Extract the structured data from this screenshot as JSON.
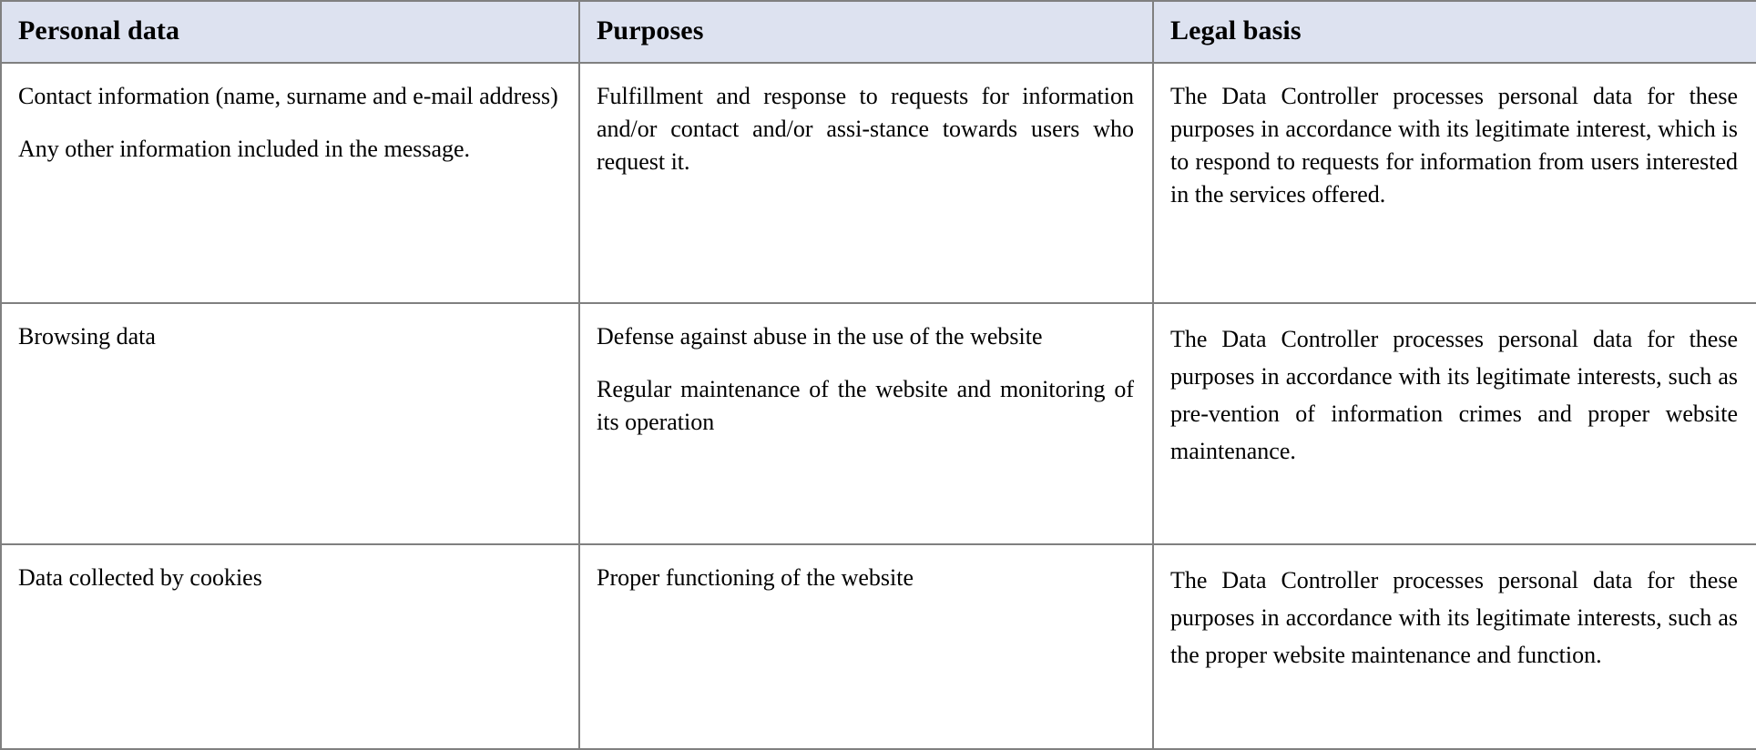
{
  "table": {
    "columns": [
      {
        "key": "personal_data",
        "label": "Personal data"
      },
      {
        "key": "purposes",
        "label": "Purposes"
      },
      {
        "key": "legal_basis",
        "label": "Legal basis"
      }
    ],
    "header_background": "#dde2f0",
    "border_color": "#808080",
    "rows": [
      {
        "personal_data": {
          "p1": "Contact information (name, surname and e-mail address)",
          "p2": "Any other information included in the message."
        },
        "purposes": {
          "p1": "Fulfillment and response to requests for information and/or contact and/or assi-stance towards users who request it."
        },
        "legal_basis": {
          "p1": "The Data Controller processes personal data for these purposes in accordance with its legitimate interest, which is to respond to requests for information from users interested in the services offered."
        }
      },
      {
        "personal_data": {
          "p1": "Browsing data"
        },
        "purposes": {
          "p1": "Defense against abuse in the use of the website",
          "p2": "Regular maintenance of the website and monitoring of its operation"
        },
        "legal_basis": {
          "p1": "The Data Controller processes personal data for these purposes in accordance with its legitimate interests, such as pre-vention of information crimes and proper website maintenance."
        }
      },
      {
        "personal_data": {
          "p1": "Data collected by cookies"
        },
        "purposes": {
          "p1": "Proper functioning of the website"
        },
        "legal_basis": {
          "p1": "The Data Controller processes personal data for these purposes in accordance with its legitimate interests, such as the proper website maintenance and function."
        }
      }
    ]
  }
}
